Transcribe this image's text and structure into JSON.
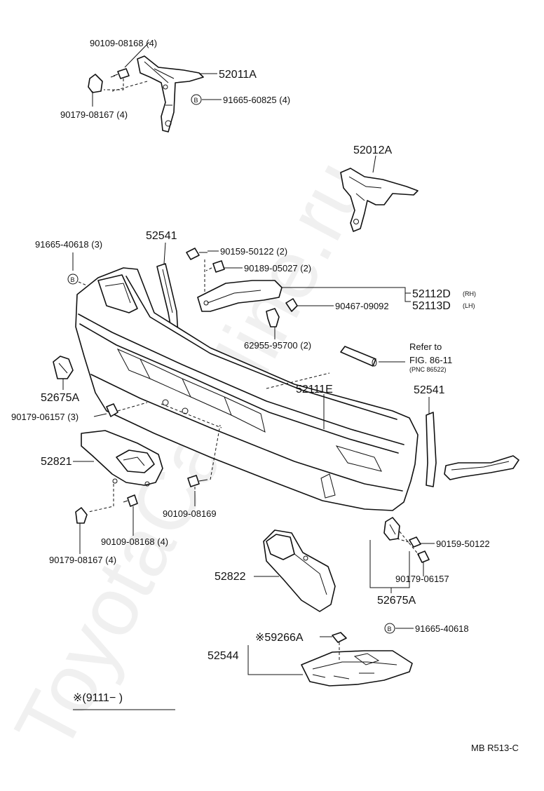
{
  "labels": {
    "p1": "90109-08168 (4)",
    "p2": "52011A",
    "p3": "91665-60825 (4)",
    "p4": "90179-08167 (4)",
    "p5": "52012A",
    "p6": "91665-40618 (3)",
    "p7": "52541",
    "p8": "90159-50122 (2)",
    "p9": "90189-05027 (2)",
    "p10": "52112D",
    "p10s": "(RH)",
    "p11": "52113D",
    "p11s": "(LH)",
    "p12": "90467-09092",
    "p13": "62955-95700 (2)",
    "p14a": "Refer to",
    "p14b": "FIG. 86-11",
    "p14c": "(PNC 86522)",
    "p15": "52675A",
    "p16": "52111E",
    "p17": "52541",
    "p18": "90179-06157 (3)",
    "p19": "52821",
    "p20": "90109-08169",
    "p21": "90109-08168 (4)",
    "p22": "90179-08167 (4)",
    "p23": "90159-50122",
    "p24": "52822",
    "p25": "90179-06157",
    "p26": "52675A",
    "p27": "91665-40618",
    "p28": "※59266A",
    "p29": "52544",
    "footnote": "※(9111−      )",
    "code": "MB R513-C",
    "marker": "B",
    "watermark": "ToyotaCarMine.ru"
  }
}
